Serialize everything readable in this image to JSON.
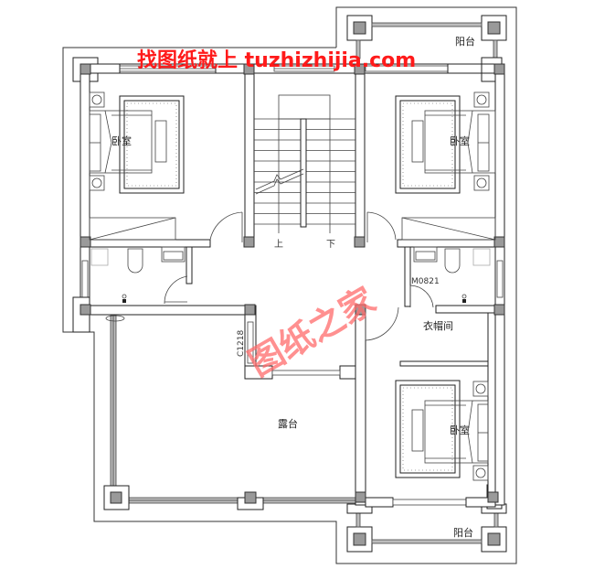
{
  "watermarks": {
    "top_banner": "找图纸就上 tuzhizhijia.com",
    "stamp": "图纸之家",
    "colors": {
      "banner": "#ff1a1a",
      "stamp": "#ff6b6b"
    }
  },
  "rooms": {
    "bedroom_nw": "卧室",
    "bedroom_ne": "卧室",
    "bedroom_se": "卧室",
    "balcony_n": "阳台",
    "balcony_s": "阳台",
    "terrace": "露台",
    "cloakroom": "衣帽间"
  },
  "stairs": {
    "up_label": "上",
    "down_label": "下"
  },
  "openings": {
    "window_code": "C1218",
    "door_code": "M0821"
  },
  "colors": {
    "wall_stroke": "#222222",
    "column_fill": "#9a9a9a",
    "background": "#ffffff"
  }
}
